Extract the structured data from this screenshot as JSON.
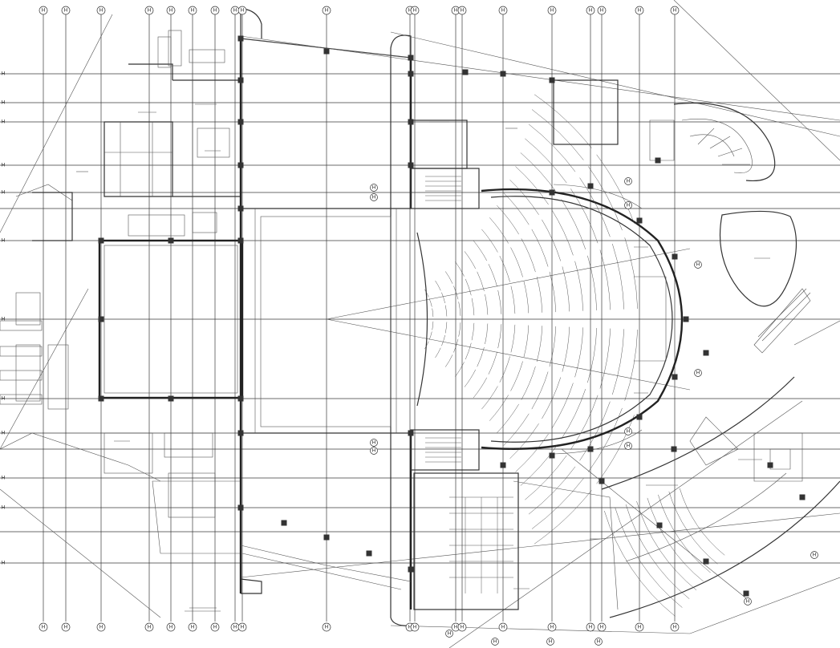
{
  "drawing": {
    "type": "architectural floor plan",
    "content": "theatre building with stage, fly tower and fan-shaped auditorium",
    "grid_bubble_label": "H",
    "colors": {
      "line": "#222222",
      "grid": "#3a3a3a",
      "background": "#ffffff"
    }
  }
}
